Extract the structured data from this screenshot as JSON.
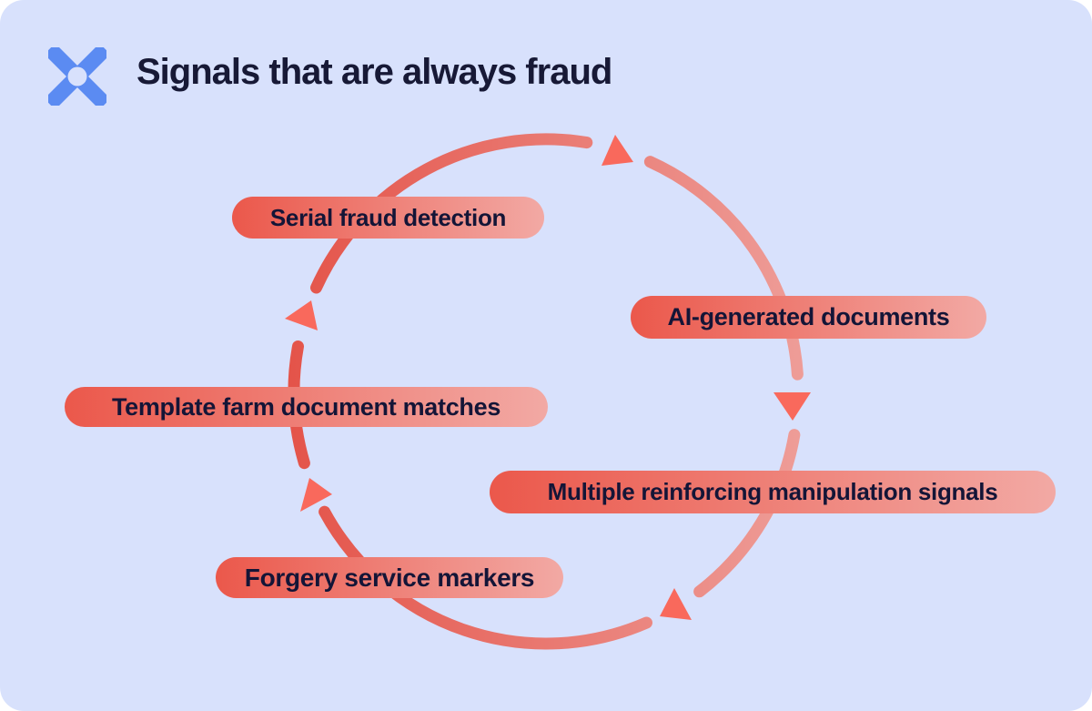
{
  "card": {
    "background": "#D8E1FC",
    "page_background": "#FFFFFF"
  },
  "header": {
    "title": "Signals that are always fraud",
    "title_color": "#171936",
    "logo": {
      "icon": "x-logo",
      "color": "#5B8BF2",
      "hole_color": "#D8E1FC"
    }
  },
  "diagram": {
    "type": "cycle",
    "direction": "clockwise",
    "arc_gradient": {
      "from": "#E4544A",
      "to": "#EE9D98"
    },
    "arrow_color": "#F9695C",
    "pill_gradient": {
      "from": "#EB584B",
      "to": "#F2A9A4"
    },
    "label_color": "#141537",
    "items": [
      {
        "label": "Serial fraud detection"
      },
      {
        "label": "AI-generated documents"
      },
      {
        "label": "Template farm document matches"
      },
      {
        "label": "Multiple reinforcing manipulation signals"
      },
      {
        "label": "Forgery service markers"
      }
    ]
  }
}
